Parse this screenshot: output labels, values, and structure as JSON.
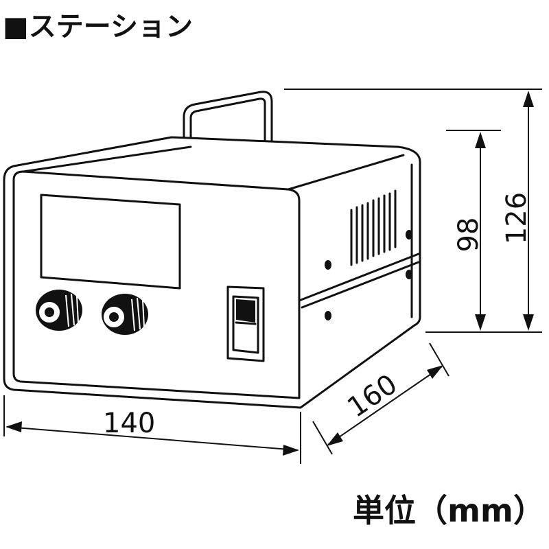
{
  "title": "■ステーション",
  "dimensions": {
    "width": "140",
    "depth": "160",
    "body_height": "98",
    "total_height": "126"
  },
  "unit_label": "単位（mm）",
  "colors": {
    "line": "#111111",
    "background": "#ffffff"
  }
}
